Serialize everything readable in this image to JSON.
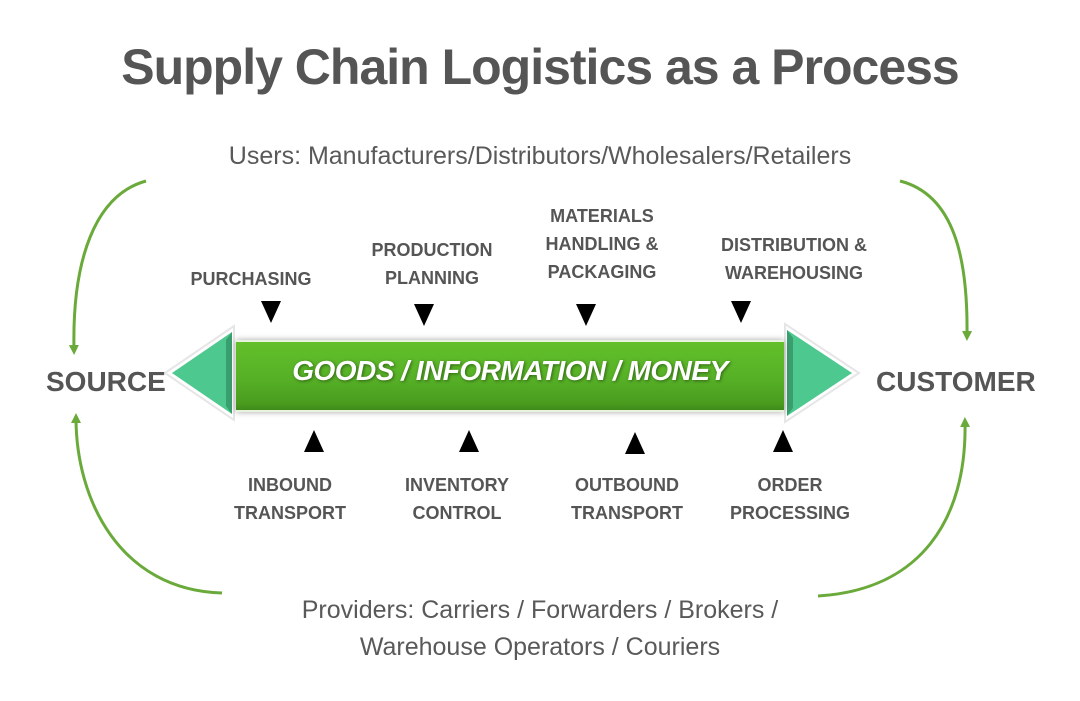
{
  "title": "Supply Chain Logistics as a Process",
  "users_label": "Users: Manufacturers/Distributors/Wholesalers/Retailers",
  "providers_label": {
    "line1": "Providers: Carriers / Forwarders / Brokers /",
    "line2": "Warehouse Operators / Couriers"
  },
  "source_label": "SOURCE",
  "customer_label": "CUSTOMER",
  "flow_label": "GOODS / INFORMATION / MONEY",
  "top_steps": [
    {
      "lines": [
        "PURCHASING"
      ]
    },
    {
      "lines": [
        "PRODUCTION",
        "PLANNING"
      ]
    },
    {
      "lines": [
        "MATERIALS",
        "HANDLING &",
        "PACKAGING"
      ]
    },
    {
      "lines": [
        "DISTRIBUTION &",
        "WAREHOUSING"
      ]
    }
  ],
  "bottom_steps": [
    {
      "lines": [
        "INBOUND",
        "TRANSPORT"
      ]
    },
    {
      "lines": [
        "INVENTORY",
        "CONTROL"
      ]
    },
    {
      "lines": [
        "OUTBOUND",
        "TRANSPORT"
      ]
    },
    {
      "lines": [
        "ORDER",
        "PROCESSING"
      ]
    }
  ],
  "colors": {
    "bar_green": "#56b026",
    "arrowhead_teal": "#4dc88f",
    "curve_green": "#6aaa3a",
    "text_gray": "#555555"
  }
}
